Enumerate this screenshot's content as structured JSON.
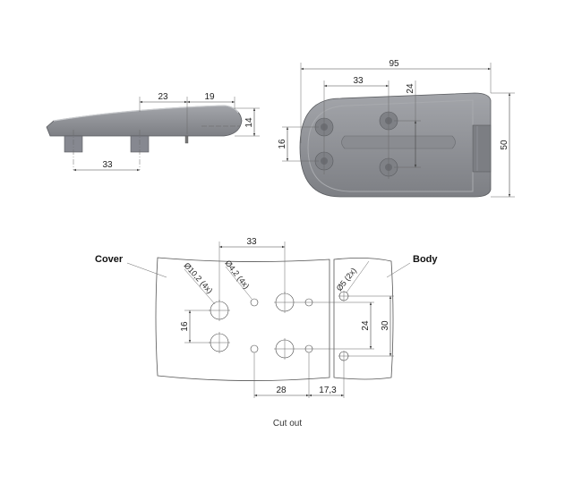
{
  "side_view": {
    "dims": {
      "d23": "23",
      "d19": "19",
      "d14": "14",
      "d33": "33"
    }
  },
  "top_view": {
    "dims": {
      "d95": "95",
      "d33": "33",
      "d24": "24",
      "d16": "16",
      "d50": "50"
    }
  },
  "cutout": {
    "labels": {
      "cover": "Cover",
      "body": "Body"
    },
    "dims": {
      "d33": "33",
      "d16": "16",
      "d24": "24",
      "d30": "30",
      "d28": "28",
      "d17_3": "17,3",
      "hole_large": "Ø10,2 (4x)",
      "hole_small": "Ø4,2 (4x)",
      "hole_body": "Ø5 (2x)"
    },
    "caption": "Cut out"
  },
  "colors": {
    "part_fill": "#8f9196",
    "part_edge": "#5a5c60",
    "part_light": "#b4b6ba"
  }
}
